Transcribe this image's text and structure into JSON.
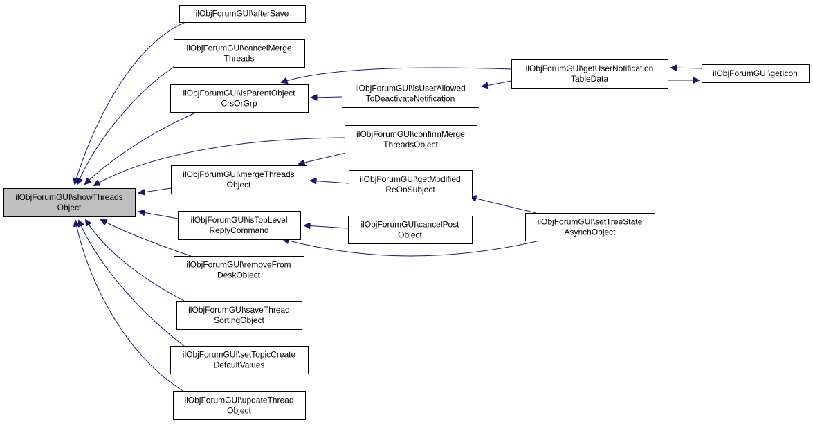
{
  "colors": {
    "edge": "#191970",
    "focus_fill": "#bfbfbf",
    "node_fill": "#ffffff",
    "border": "#000000"
  },
  "nodes": {
    "showThreadsObject": [
      "ilObjForumGUI\\showThreads",
      "Object"
    ],
    "afterSave": [
      "ilObjForumGUI\\afterSave"
    ],
    "cancelMergeThreads": [
      "ilObjForumGUI\\cancelMerge",
      "Threads"
    ],
    "isParentObjectCrsOrGrp": [
      "ilObjForumGUI\\isParentObject",
      "CrsOrGrp"
    ],
    "mergeThreadsObject": [
      "ilObjForumGUI\\mergeThreads",
      "Object"
    ],
    "isTopLevelReplyCommand": [
      "ilObjForumGUI\\isTopLevel",
      "ReplyCommand"
    ],
    "removeFromDeskObject": [
      "ilObjForumGUI\\removeFrom",
      "DeskObject"
    ],
    "saveThreadSortingObject": [
      "ilObjForumGUI\\saveThread",
      "SortingObject"
    ],
    "setTopicCreateDefaultValues": [
      "ilObjForumGUI\\setTopicCreate",
      "DefaultValues"
    ],
    "updateThreadObject": [
      "ilObjForumGUI\\updateThread",
      "Object"
    ],
    "isUserAllowedToDeactivateNotification": [
      "ilObjForumGUI\\isUserAllowed",
      "ToDeactivateNotification"
    ],
    "confirmMergeThreadsObject": [
      "ilObjForumGUI\\confirmMerge",
      "ThreadsObject"
    ],
    "getModifiedReOnSubject": [
      "ilObjForumGUI\\getModified",
      "ReOnSubject"
    ],
    "cancelPostObject": [
      "ilObjForumGUI\\cancelPost",
      "Object"
    ],
    "getUserNotificationTableData": [
      "ilObjForumGUI\\getUserNotification",
      "TableData"
    ],
    "setTreeStateAsynchObject": [
      "ilObjForumGUI\\setTreeState",
      "AsynchObject"
    ],
    "getIcon": [
      "ilObjForumGUI\\getIcon"
    ]
  },
  "edges": [
    [
      "afterSave",
      "showThreadsObject"
    ],
    [
      "cancelMergeThreads",
      "showThreadsObject"
    ],
    [
      "isParentObjectCrsOrGrp",
      "showThreadsObject"
    ],
    [
      "confirmMergeThreadsObject",
      "showThreadsObject"
    ],
    [
      "mergeThreadsObject",
      "showThreadsObject"
    ],
    [
      "isTopLevelReplyCommand",
      "showThreadsObject"
    ],
    [
      "removeFromDeskObject",
      "showThreadsObject"
    ],
    [
      "saveThreadSortingObject",
      "showThreadsObject"
    ],
    [
      "setTopicCreateDefaultValues",
      "showThreadsObject"
    ],
    [
      "updateThreadObject",
      "showThreadsObject"
    ],
    [
      "isUserAllowedToDeactivateNotification",
      "isParentObjectCrsOrGrp"
    ],
    [
      "getUserNotificationTableData",
      "isParentObjectCrsOrGrp"
    ],
    [
      "getUserNotificationTableData",
      "isUserAllowedToDeactivateNotification"
    ],
    [
      "getIcon",
      "getUserNotificationTableData"
    ],
    [
      "getUserNotificationTableData",
      "getIcon"
    ],
    [
      "confirmMergeThreadsObject",
      "mergeThreadsObject"
    ],
    [
      "getModifiedReOnSubject",
      "mergeThreadsObject"
    ],
    [
      "setTreeStateAsynchObject",
      "getModifiedReOnSubject"
    ],
    [
      "cancelPostObject",
      "isTopLevelReplyCommand"
    ],
    [
      "setTreeStateAsynchObject",
      "isTopLevelReplyCommand"
    ]
  ]
}
